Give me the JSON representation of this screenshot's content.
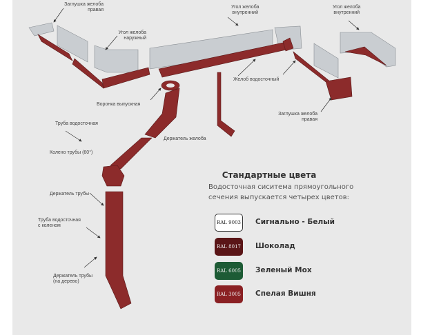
{
  "labels": {
    "end_cap_top": [
      "Заглушка желоба",
      "правая"
    ],
    "outer_corner": [
      "Угол желоба",
      "наружный"
    ],
    "inner_corner_1": [
      "Угол желоба",
      "внутренний"
    ],
    "inner_corner_2": [
      "Угол желоба",
      "внутренний"
    ],
    "gutter": "Желоб водосточный",
    "end_cap_right": [
      "Заглушка желоба",
      "правая"
    ],
    "outlet": "Воронка выпускная",
    "downpipe": "Труба водосточная",
    "gutter_holder": "Держатель желоба",
    "elbow": "Колено трубы  (60°)",
    "pipe_holder": "Держатель трубы",
    "pipe_with_elbow": [
      "Труба водосточная",
      "с коленом"
    ],
    "pipe_holder_wood": [
      "Держатель трубы",
      "(на дерево)"
    ]
  },
  "colors_section": {
    "title": "Стандартные цвета",
    "description": [
      "Водосточная сиситема прямоугольного",
      "сечения выпускается четырех цветов:"
    ],
    "items": [
      {
        "code": "RAL 9003",
        "name": "Сигнально - Белый",
        "color": "#ffffff"
      },
      {
        "code": "RAL 8017",
        "name": "Шоколад",
        "color": "#5a1517"
      },
      {
        "code": "RAL 6005",
        "name": "Зеленый Мох",
        "color": "#1d5b35"
      },
      {
        "code": "RAL 3005",
        "name": "Спелая Вишня",
        "color": "#8a2023"
      }
    ]
  }
}
